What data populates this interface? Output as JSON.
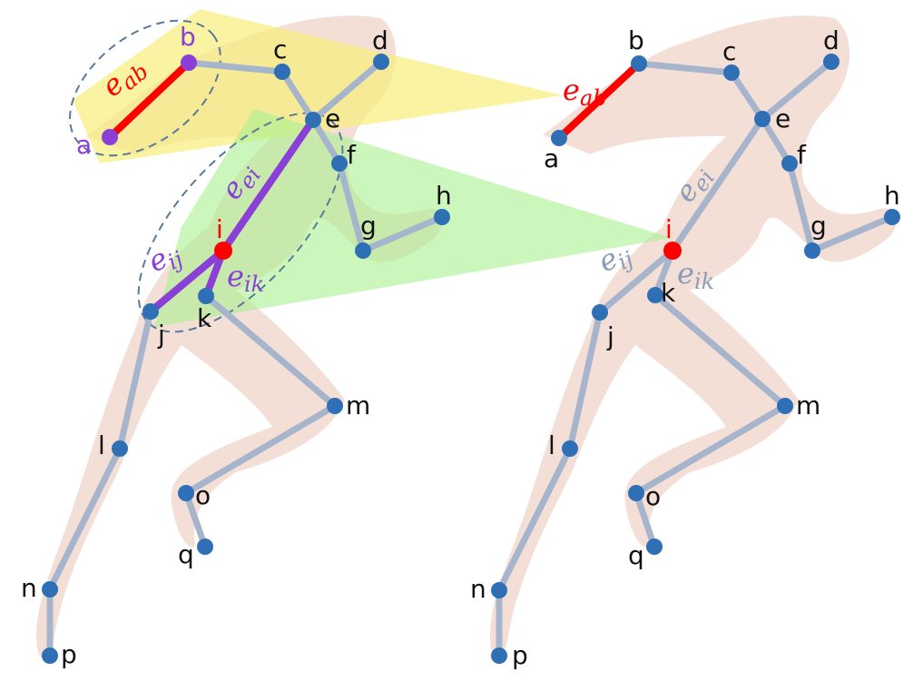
{
  "colors": {
    "bone": "#a6b4cc",
    "joint": "#2e6fb5",
    "highlight_joint": "#ff0000",
    "purple": "#8a3fd6",
    "red_edge": "#ff0000",
    "yellow_fan": "#f7ee7a",
    "green_fan": "#a9f08f",
    "skin": "#e7b9a6",
    "dashed": "#5a7a9a",
    "label_black": "#111111",
    "label_purple": "#8a3fd6",
    "label_grey": "#8a9cba"
  },
  "left_graph": {
    "node_labels": {
      "a": "a",
      "b": "b",
      "c": "c",
      "d": "d",
      "e": "e",
      "f": "f",
      "g": "g",
      "h": "h",
      "i": "i",
      "j": "j",
      "k": "k",
      "l": "l",
      "m": "m",
      "n": "n",
      "o": "o",
      "p": "p",
      "q": "q"
    },
    "edge_labels": {
      "eab": "e",
      "eab_sub": "ab",
      "eei": "e",
      "eei_sub": "ei",
      "eij": "e",
      "eij_sub": "ij",
      "eik": "e",
      "eik_sub": "ik"
    }
  },
  "right_graph": {
    "node_labels": {
      "a": "a",
      "b": "b",
      "c": "c",
      "d": "d",
      "e": "e",
      "f": "f",
      "g": "g",
      "h": "h",
      "i": "i",
      "j": "j",
      "k": "k",
      "l": "l",
      "m": "m",
      "n": "n",
      "o": "o",
      "p": "p",
      "q": "q"
    },
    "edge_labels": {
      "eab": "e",
      "eab_sub": "ab",
      "eei": "e",
      "eei_sub": "ei",
      "eij": "e",
      "eij_sub": "ij",
      "eik": "e",
      "eik_sub": "ik"
    }
  }
}
